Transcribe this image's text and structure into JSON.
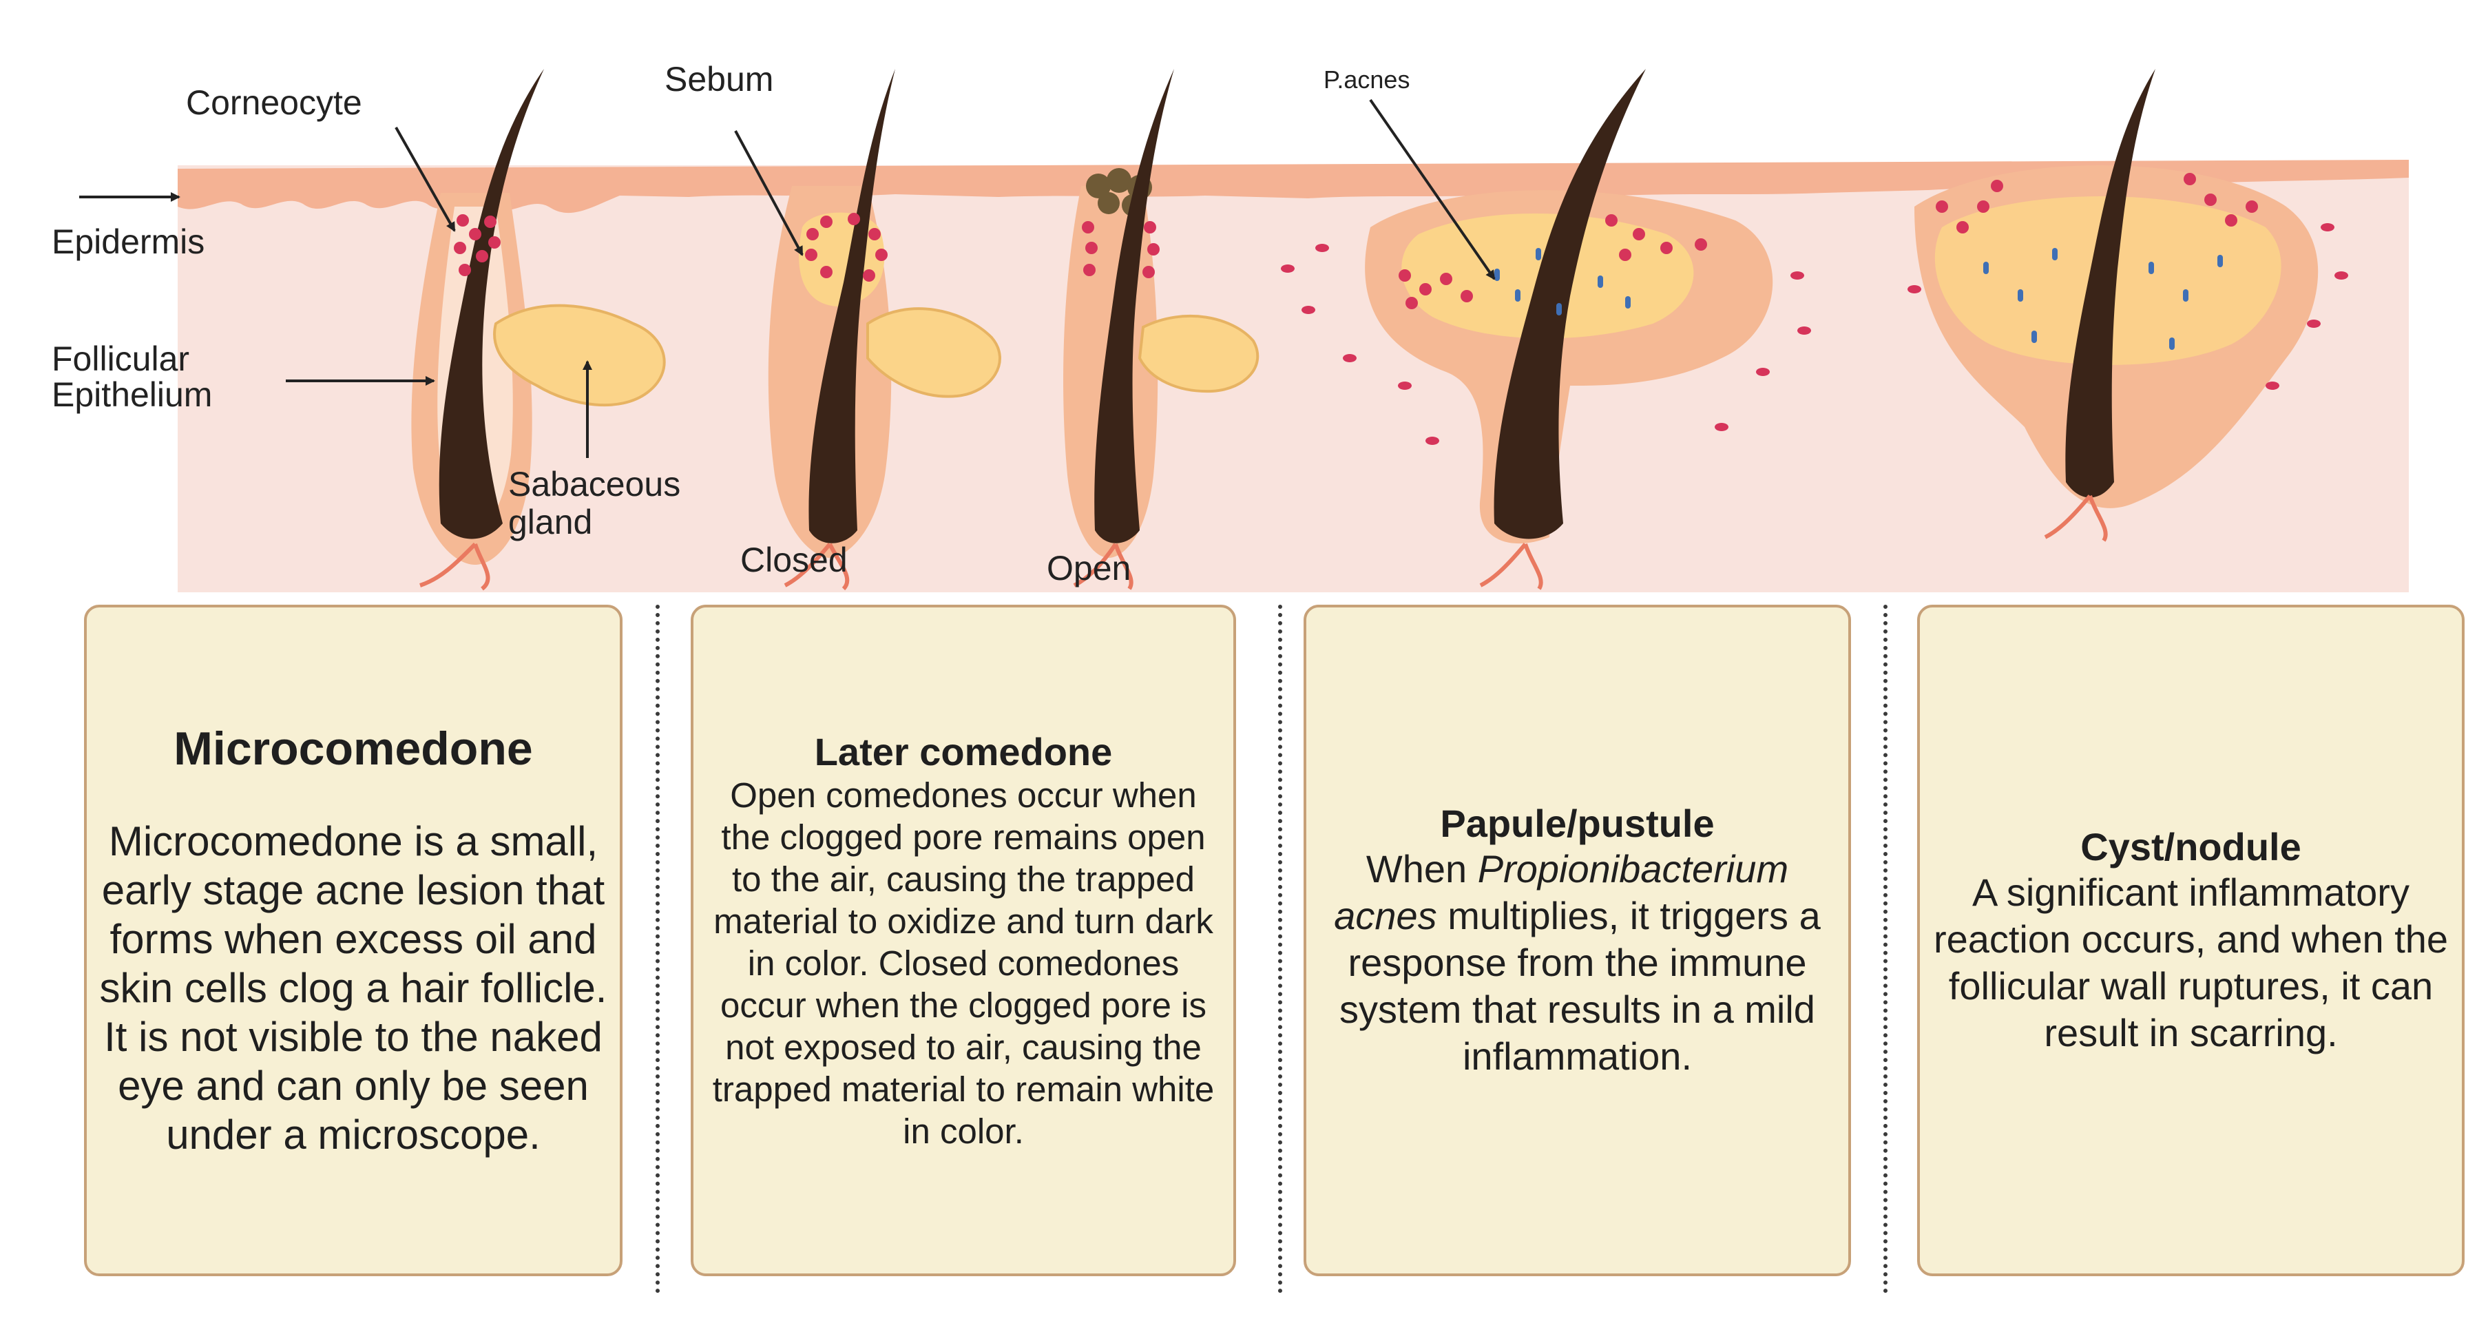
{
  "labels": {
    "corneocyte": "Corneocyte",
    "epidermis": "Epidermis",
    "follicular_1": "Follicular",
    "follicular_2": "Epithelium",
    "sebaceous_1": "Sabaceous",
    "sebaceous_2": "gland",
    "sebum": "Sebum",
    "closed": "Closed",
    "open": "Open",
    "pacnes": "P.acnes"
  },
  "cards": [
    {
      "title": "Microcomedone",
      "body": "Microcomedone is a small, early stage acne lesion that forms when excess oil and skin cells clog a hair follicle. It is not visible to the naked eye and can only be seen under a microscope."
    },
    {
      "title": "Later comedone",
      "body": "Open comedones occur when the clogged pore remains open to the air, causing the trapped material to oxidize and turn dark in color. Closed comedones occur when the clogged pore is not exposed to air, causing the trapped material to remain white in color."
    },
    {
      "title": "Papule/pustule",
      "body_pre": "When ",
      "body_italic": "Propionibacterium acnes",
      "body_post": " multiplies, it triggers a response from the immune system that results in a mild inflammation."
    },
    {
      "title": "Cyst/nodule",
      "body": "A significant inflammatory reaction occurs, and when the follicular wall ruptures, it can result in scarring."
    }
  ],
  "colors": {
    "skin_bg": "#f9e3dd",
    "epidermis": "#f4b294",
    "follicle": "#f5b995",
    "hair": "#3a2418",
    "gland": "#fbd489",
    "sebum_dot": "#d6345a",
    "bacteria": "#3f6fb5",
    "card_fill": "#f7f0d4",
    "card_border": "#c7a178"
  }
}
